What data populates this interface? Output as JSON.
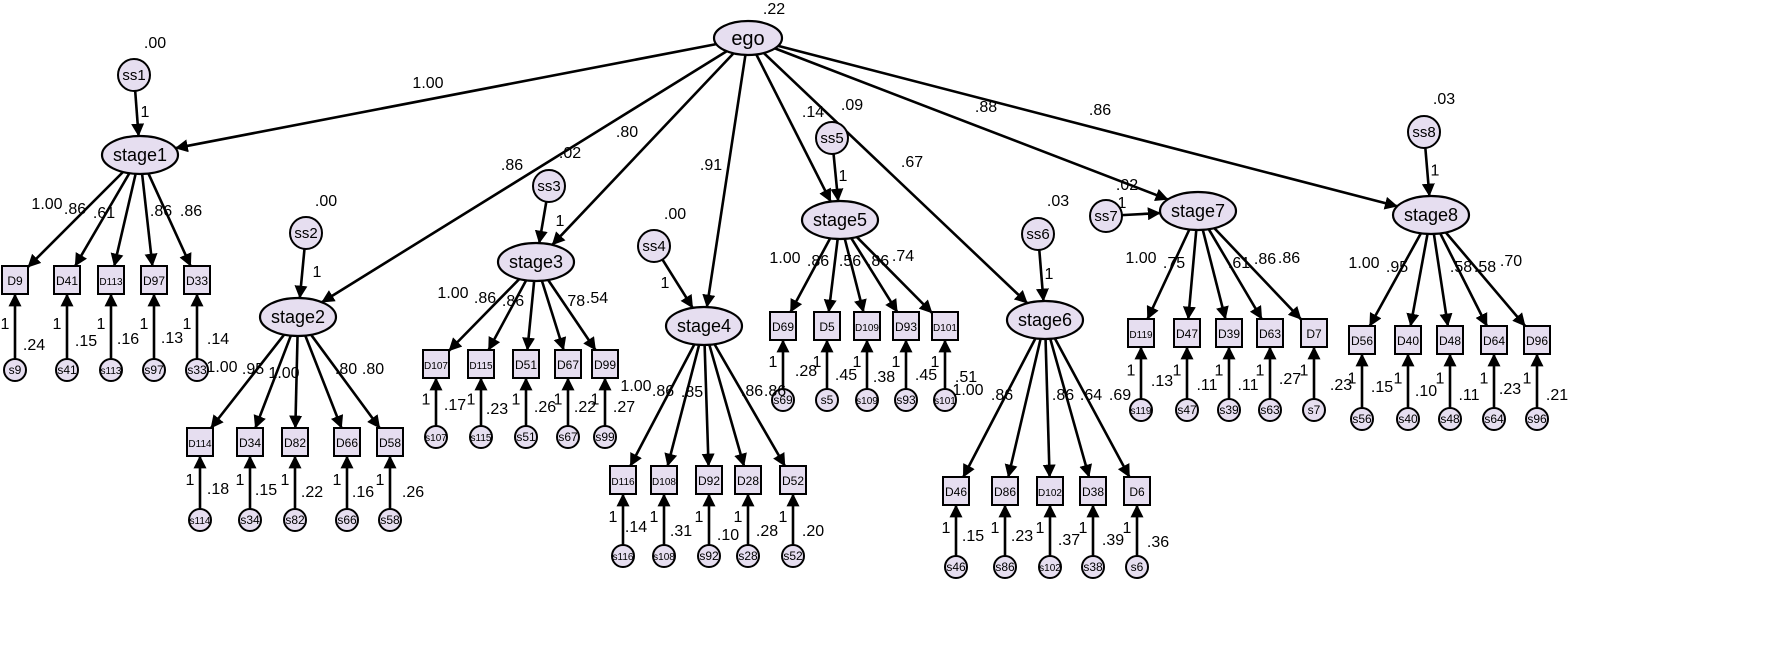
{
  "ego": {
    "label": "ego",
    "variance": ".22"
  },
  "stages": [
    {
      "label": "stage1",
      "path": "1.00",
      "ss": "ss1",
      "ss_w": "1",
      "ss_var": ".00",
      "items": [
        {
          "d": "D9",
          "load": "1.00",
          "e": "s9",
          "w": "1",
          "ev": ".24"
        },
        {
          "d": "D41",
          "load": ".86",
          "e": "s41",
          "w": "1",
          "ev": ".15"
        },
        {
          "d": "D113",
          "load": ".61",
          "e": "s113",
          "w": "1",
          "ev": ".16"
        },
        {
          "d": "D97",
          "load": ".86",
          "e": "s97",
          "w": "1",
          "ev": ".13"
        },
        {
          "d": "D33",
          "load": ".86",
          "e": "s33",
          "w": "1",
          "ev": ".14"
        }
      ]
    },
    {
      "label": "stage2",
      "path": ".86",
      "ss": "ss2",
      "ss_w": "1",
      "ss_var": ".00",
      "items": [
        {
          "d": "D114",
          "load": "1.00",
          "e": "s114",
          "w": "1",
          "ev": ".18"
        },
        {
          "d": "D34",
          "load": ".95",
          "e": "s34",
          "w": "1",
          "ev": ".15"
        },
        {
          "d": "D82",
          "load": "1.00",
          "e": "s82",
          "w": "1",
          "ev": ".22"
        },
        {
          "d": "D66",
          "load": ".80",
          "e": "s66",
          "w": "1",
          "ev": ".16"
        },
        {
          "d": "D58",
          "load": ".80",
          "e": "s58",
          "w": "1",
          "ev": ".26"
        }
      ]
    },
    {
      "label": "stage3",
      "path": ".80",
      "ss": "ss3",
      "ss_w": "1",
      "ss_var": ".02",
      "items": [
        {
          "d": "D107",
          "load": "1.00",
          "e": "s107",
          "w": "1",
          "ev": ".17"
        },
        {
          "d": "D115",
          "load": ".86",
          "e": "s115",
          "w": "1",
          "ev": ".23"
        },
        {
          "d": "D51",
          "load": ".86",
          "e": "s51",
          "w": "1",
          "ev": ".26"
        },
        {
          "d": "D67",
          "load": ".78",
          "e": "s67",
          "w": "1",
          "ev": ".22"
        },
        {
          "d": "D99",
          "load": ".54",
          "e": "s99",
          "w": "1",
          "ev": ".27"
        }
      ]
    },
    {
      "label": "stage4",
      "path": ".91",
      "ss": "ss4",
      "ss_w": "1",
      "ss_var": ".00",
      "items": [
        {
          "d": "D116",
          "load": "1.00",
          "e": "s116",
          "w": "1",
          "ev": ".14"
        },
        {
          "d": "D108",
          "load": ".86",
          "e": "s108",
          "w": "1",
          "ev": ".31"
        },
        {
          "d": "D92",
          "load": ".85",
          "e": "s92",
          "w": "1",
          "ev": ".10"
        },
        {
          "d": "D28",
          "load": ".86",
          "e": "s28",
          "w": "1",
          "ev": ".28"
        },
        {
          "d": "D52",
          "load": ".86",
          "e": "s52",
          "w": "1",
          "ev": ".20"
        }
      ]
    },
    {
      "label": "stage5",
      "path": ".14",
      "ss": "ss5",
      "ss_w": "1",
      "ss_var": ".09",
      "items": [
        {
          "d": "D69",
          "load": "1.00",
          "e": "s69",
          "w": "1",
          "ev": ".28"
        },
        {
          "d": "D5",
          "load": ".86",
          "e": "s5",
          "w": "1",
          "ev": ".45"
        },
        {
          "d": "D109",
          "load": ".56",
          "e": "s109",
          "w": "1",
          "ev": ".38"
        },
        {
          "d": "D93",
          "load": ".86",
          "e": "s93",
          "w": "1",
          "ev": ".45"
        },
        {
          "d": "D101",
          "load": ".74",
          "e": "s101",
          "w": "1",
          "ev": ".51"
        }
      ]
    },
    {
      "label": "stage6",
      "path": ".67",
      "ss": "ss6",
      "ss_w": "1",
      "ss_var": ".03",
      "items": [
        {
          "d": "D46",
          "load": "1.00",
          "e": "s46",
          "w": "1",
          "ev": ".15"
        },
        {
          "d": "D86",
          "load": ".86",
          "e": "s86",
          "w": "1",
          "ev": ".23"
        },
        {
          "d": "D102",
          "load": ".86",
          "e": "s102",
          "w": "1",
          "ev": ".37"
        },
        {
          "d": "D38",
          "load": ".64",
          "e": "s38",
          "w": "1",
          "ev": ".39"
        },
        {
          "d": "D6",
          "load": ".69",
          "e": "s6",
          "w": "1",
          "ev": ".36"
        }
      ]
    },
    {
      "label": "stage7",
      "path": ".88",
      "ss": "ss7",
      "ss_w": "1",
      "ss_var": ".02",
      "items": [
        {
          "d": "D119",
          "load": "1.00",
          "e": "s119",
          "w": "1",
          "ev": ".13"
        },
        {
          "d": "D47",
          "load": ".75",
          "e": "s47",
          "w": "1",
          "ev": ".11"
        },
        {
          "d": "D39",
          "load": ".61",
          "e": "s39",
          "w": "1",
          "ev": ".11"
        },
        {
          "d": "D63",
          "load": ".86",
          "e": "s63",
          "w": "1",
          "ev": ".27"
        },
        {
          "d": "D7",
          "load": ".86",
          "e": "s7",
          "w": "1",
          "ev": ".23"
        }
      ]
    },
    {
      "label": "stage8",
      "path": ".86",
      "ss": "ss8",
      "ss_w": "1",
      "ss_var": ".03",
      "items": [
        {
          "d": "D56",
          "load": "1.00",
          "e": "s56",
          "w": "1",
          "ev": ".15"
        },
        {
          "d": "D40",
          "load": ".95",
          "e": "s40",
          "w": "1",
          "ev": ".10"
        },
        {
          "d": "D48",
          "load": ".58",
          "e": "s48",
          "w": "1",
          "ev": ".11"
        },
        {
          "d": "D64",
          "load": ".58",
          "e": "s64",
          "w": "1",
          "ev": ".23"
        },
        {
          "d": "D96",
          "load": ".70",
          "e": "s96",
          "w": "1",
          "ev": ".21"
        }
      ]
    }
  ]
}
